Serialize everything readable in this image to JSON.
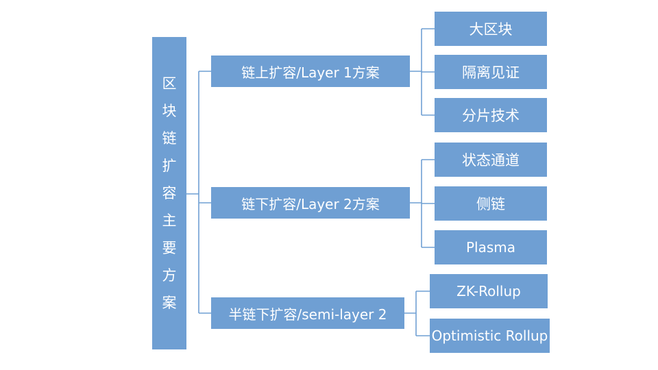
{
  "root": {
    "label": "区块链扩容主要方案"
  },
  "branches": [
    {
      "label": "链上扩容/Layer 1方案",
      "children": [
        "大区块",
        "隔离见证",
        "分片技术"
      ]
    },
    {
      "label": "链下扩容/Layer 2方案",
      "children": [
        "状态通道",
        "侧链",
        "Plasma"
      ]
    },
    {
      "label": "半链下扩容/semi-layer 2",
      "children": [
        "ZK-Rollup",
        "Optimistic Rollup"
      ]
    }
  ],
  "colors": {
    "box": "#6f9fd3",
    "text": "#ffffff",
    "line": "#6f9fd3"
  }
}
